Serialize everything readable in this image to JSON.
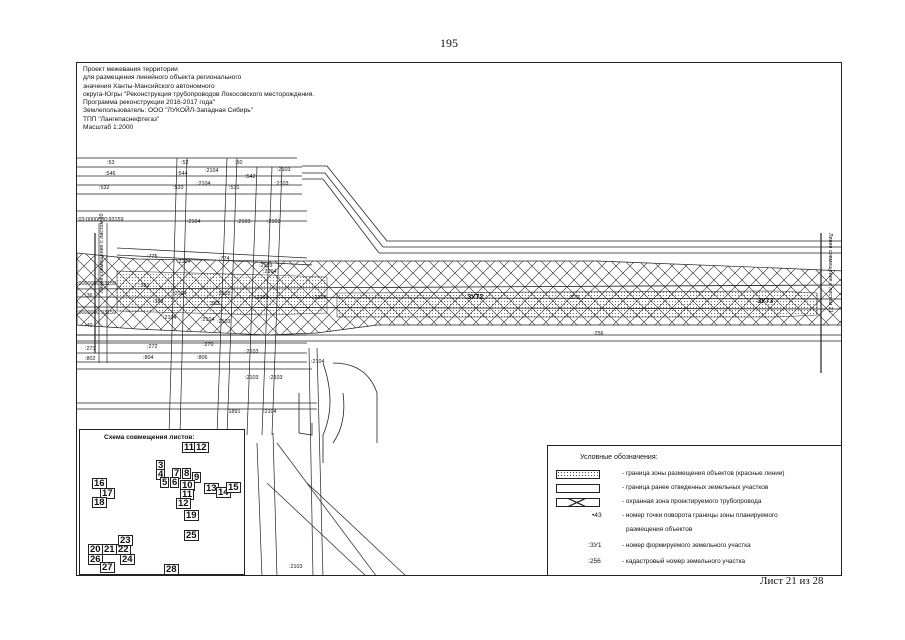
{
  "page": {
    "number": "195",
    "sheet_label": "Лист 21 из 28"
  },
  "title_block": {
    "lines": [
      "Проект межевания территории",
      "для размещения линейного объекта регионального",
      "значения Ханты-Мансийского автономного",
      "округа-Югры \"Реконструкция трубопроводов Локосовского месторождения.",
      "Программа реконструкции 2016-2017 года\"",
      "Землепользователь: ООО \"ЛУКОЙЛ-Западная Сибирь\"",
      "ТПП \"Лангепаснефтегаз\"",
      "Масштаб 1:2000"
    ]
  },
  "map": {
    "zone_labels": [
      "ЗУ72",
      "ЗУ73"
    ],
    "parcel_labels": [
      ":53",
      ":52",
      ":50",
      ":546",
      ":544",
      ":542",
      ":532",
      ":533",
      ":531",
      ":2104",
      ":2104",
      ":2103",
      ":2103",
      ":2103",
      ":2104",
      ":2103",
      ":2104",
      ":2103",
      ":2104",
      ":2103",
      ":2104",
      ":2104",
      ":2103",
      ":2104",
      ":2103",
      ":2104",
      ":2103",
      ":2103",
      ":2103",
      ":2104",
      ":775",
      ":774",
      ":383",
      ":382",
      ":381",
      ":379",
      ":256",
      ":273",
      ":272",
      ":270",
      ":802",
      ":804",
      ":806",
      ":1891",
      ":2103",
      ":2104"
    ],
    "left_edge_labels": [
      ":03:0000000:93159",
      ":0000000:63159",
      ":0000000:93159",
      ":36",
      ":40"
    ],
    "match_lines": [
      "Линия совмещения с листом 20",
      "Линия совмещения с листом 21"
    ]
  },
  "scheme": {
    "title": "Схема совмещения листов:",
    "sheets": [
      "11",
      "12",
      "3",
      "4",
      "7",
      "8",
      "9",
      "5",
      "6",
      "10",
      "11",
      "12",
      "13",
      "14",
      "15",
      "16",
      "17",
      "18",
      "19",
      "20",
      "21",
      "22",
      "23",
      "24",
      "25",
      "26",
      "27",
      "28"
    ]
  },
  "legend": {
    "title": "Условные обозначения:",
    "items": [
      {
        "symbol": "dotted-box",
        "code": "",
        "text": "- граница зоны размещения объектов (красные линии)"
      },
      {
        "symbol": "plain-box",
        "code": "",
        "text": "- граница ранее отведенных земельных участков"
      },
      {
        "symbol": "hatched-box",
        "code": "",
        "text": "- охранная зона проектируемого трубопровода"
      },
      {
        "symbol": "dot",
        "code": "•43",
        "text": "- номер точки поворота границы зоны планируемого"
      },
      {
        "symbol": "none",
        "code": "",
        "text": "размещения объектов"
      },
      {
        "symbol": "text",
        "code": ":ЗУ1",
        "text": "- номер формируемого земельного участка"
      },
      {
        "symbol": "text",
        "code": ":256",
        "text": "- кадастровый номер земельного участка"
      }
    ]
  },
  "colors": {
    "line": "#1a1a1a",
    "paper": "#ffffff"
  }
}
